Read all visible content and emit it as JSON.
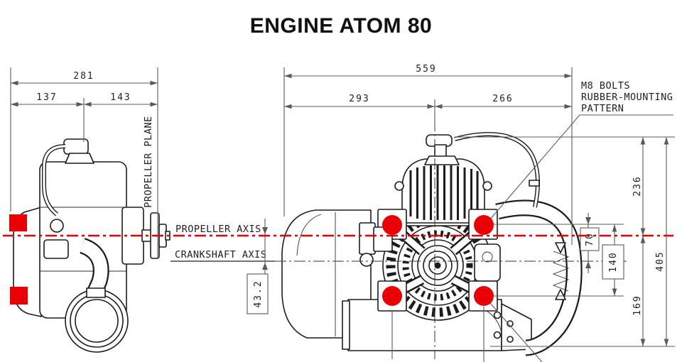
{
  "title": "ENGINE ATOM 80",
  "colors": {
    "accent_red": "#e80005",
    "line_dark": "#1c1c1c",
    "dim_gray": "#5a5a5a"
  },
  "side_view": {
    "dim_total_width": "281",
    "dim_front_width": "137",
    "dim_rear_width": "143",
    "dim_axis_offset": "43.2",
    "label_propeller_plane": "PROPELLER PLANE"
  },
  "rear_view": {
    "dim_total_length": "559",
    "dim_front_length": "293",
    "dim_rear_length": "266",
    "dim_top_to_axis": "236",
    "dim_overall_height": "405",
    "dim_axis_to_bolt_row": "70",
    "dim_bolt_row_spacing": "140",
    "dim_axis_to_base": "169",
    "note_line1": "M8 BOLTS",
    "note_line2": "RUBBER-MOUNTING",
    "note_line3": "PATTERN"
  },
  "axes": {
    "propeller": "PROPELLER AXIS",
    "crankshaft": "CRANKSHAFT AXIS"
  }
}
